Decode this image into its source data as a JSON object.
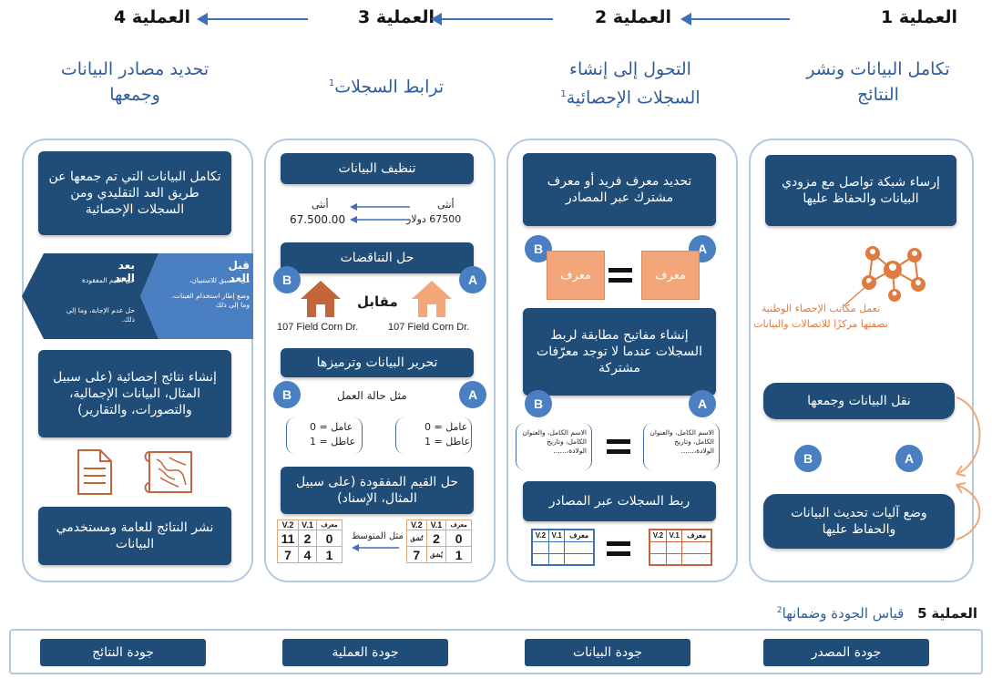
{
  "processes": {
    "p1": {
      "label": "العملية",
      "num": "1"
    },
    "p2": {
      "label": "العملية",
      "num": "2"
    },
    "p3": {
      "label": "العملية",
      "num": "3"
    },
    "p4": {
      "label": "العملية",
      "num": "4"
    },
    "p5": {
      "label": "العملية",
      "num": "5",
      "title": "قياس الجودة وضمانها",
      "sup": "2"
    }
  },
  "columns": {
    "c1": {
      "title_line1": "تكامل البيانات ونشر",
      "title_line2": "النتائج"
    },
    "c2": {
      "title_line1": "التحول إلى إنشاء",
      "title_line2": "السجلات الإحصائية",
      "sup": "1"
    },
    "c3": {
      "title_line1": "ترابط السجلات",
      "sup": "1"
    },
    "c4": {
      "title_line1": "تحديد مصادر البيانات",
      "title_line2": "وجمعها"
    }
  },
  "col1": {
    "box1": "إرساء شبكة تواصل مع مزودي البيانات والحفاظ عليها",
    "note": "تعمل مكاتب الإحصاء الوطنية بصفتها مركزًا للاتصالات والبيانات",
    "box2": "نقل البيانات وجمعها",
    "a": "A",
    "b": "B",
    "box3": "وضع آليات تحديث البيانات والحفاظ عليها"
  },
  "col2": {
    "box1": "تحديد معرف فريد أو معرف مشترك عبر المصادر",
    "id_label": "معرف",
    "box2": "إنشاء مفاتيح مطابقة لربط السجلات عندما لا توجد معرّفات مشتركة",
    "bracket_text": "الاسم الكامل، والعنوان الكامل، وتاريخ الولادة،......",
    "box3": "ربط السجلات عبر المصادر",
    "grid_headers": [
      "معرف",
      "V.1",
      "V.2"
    ],
    "a": "A",
    "b": "B"
  },
  "col3": {
    "box1": "تنظيف البيانات",
    "female1": "أنثى",
    "val1": "67500 دولار",
    "female2": "أنثى",
    "val2": "67.500.00",
    "box2": "حل التناقضات",
    "vs": "مقابل",
    "addr1": "107 Field Corn Dr.",
    "addr2": "107 Field Corn Dr.",
    "box3": "تحرير البيانات وترميزها",
    "example": "مثل حالة العمل",
    "code_a1": "عامل = 0",
    "code_a2": "عاطل = 1",
    "code_b1": "عامل = 0",
    "code_b2": "عاطل = 1",
    "box4": "حل القيم المفقودة (على سبيل المثال، الإسناد)",
    "avg": "مثل المتوسط",
    "tbl_headers": [
      "معرف",
      "V.1",
      "V.2"
    ],
    "tbl_a": [
      [
        "0",
        "2",
        "تُشق"
      ],
      [
        "1",
        "يُشق",
        "7"
      ]
    ],
    "tbl_b": [
      [
        "0",
        "2",
        "11"
      ],
      [
        "1",
        "4",
        "7"
      ]
    ],
    "a": "A",
    "b": "B"
  },
  "col4": {
    "box1": "تكامل البيانات التي تم جمعها عن طريق العد التقليدي ومن السجلات الإحصائية",
    "before_title": "قبل العد",
    "before_items": [
      "مل، مسبق للاستبيان،",
      "وضع إطار استخدام العينات، وما إلى ذلك"
    ],
    "after_title": "بعد العد",
    "after_items": [
      "حل القيم المفقودة",
      "حل عدم الإجابة، وما إلى ذلك."
    ],
    "box2": "إنشاء نتائج إحصائية (على سبيل المثال، البيانات الإجمالية، والتصورات، والتقارير)",
    "box3": "نشر النتائج للعامة ومستخدمي البيانات"
  },
  "quality": {
    "q1": "جودة المصدر",
    "q2": "جودة البيانات",
    "q3": "جودة العملية",
    "q4": "جودة النتائج"
  },
  "colors": {
    "navy": "#1f4d78",
    "blue": "#4a7fc1",
    "orange": "#e07a3f",
    "peach": "#f2a679"
  }
}
